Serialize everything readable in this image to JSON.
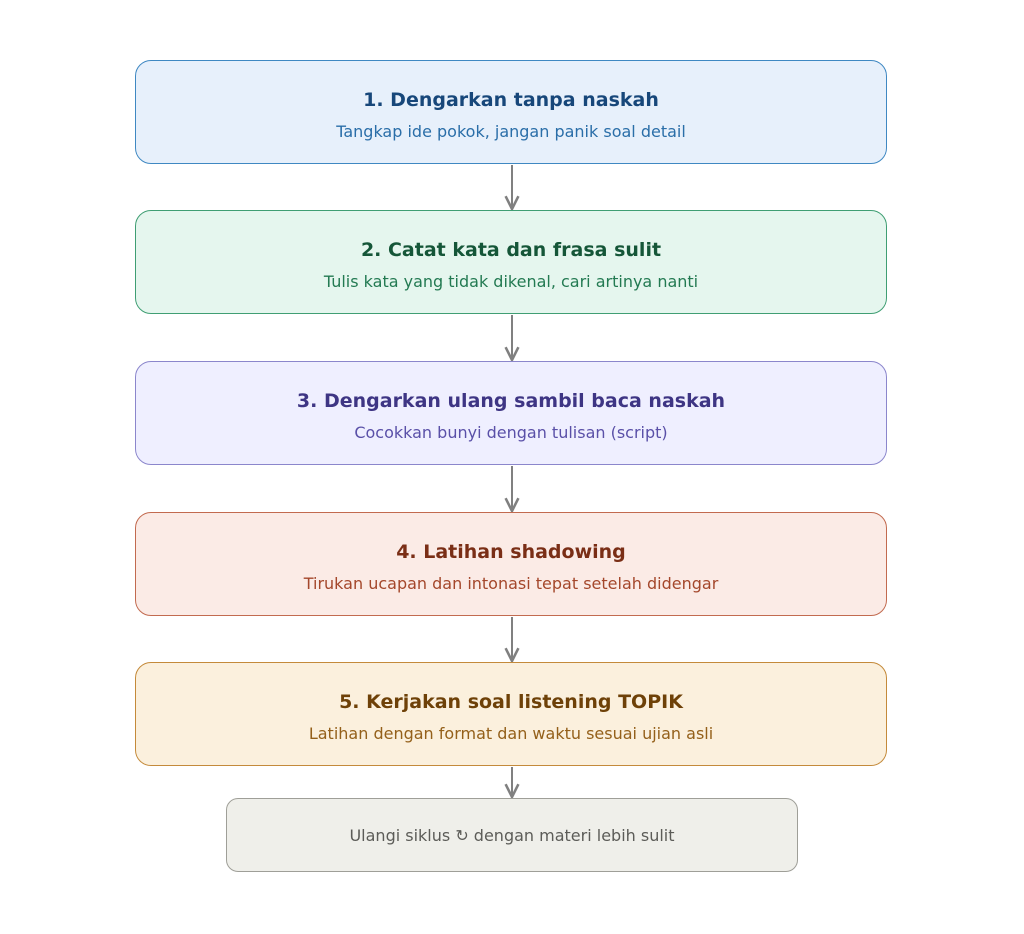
{
  "steps": [
    {
      "title": "1. Dengarkan tanpa naskah",
      "subtitle": "Tangkap ide pokok, jangan panik soal detail"
    },
    {
      "title": "2. Catat kata dan frasa sulit",
      "subtitle": "Tulis kata yang tidak dikenal, cari artinya nanti"
    },
    {
      "title": "3. Dengarkan ulang sambil baca naskah",
      "subtitle": "Cocokkan bunyi dengan tulisan (script)"
    },
    {
      "title": "4. Latihan shadowing",
      "subtitle": "Tirukan ucapan dan intonasi tepat setelah didengar"
    },
    {
      "title": "5. Kerjakan soal listening TOPIK",
      "subtitle": "Latihan dengan format dan waktu sesuai ujian asli"
    }
  ],
  "repeat": {
    "label": "Ulangi siklus ↻ dengan materi lebih sulit"
  },
  "colors": {
    "arrow": "#808080",
    "step1_fill": "#e7f0fb",
    "step2_fill": "#e5f6ee",
    "step3_fill": "#efefff",
    "step4_fill": "#fbebe6",
    "step5_fill": "#fbf0dd",
    "repeat_fill": "#efefea"
  }
}
